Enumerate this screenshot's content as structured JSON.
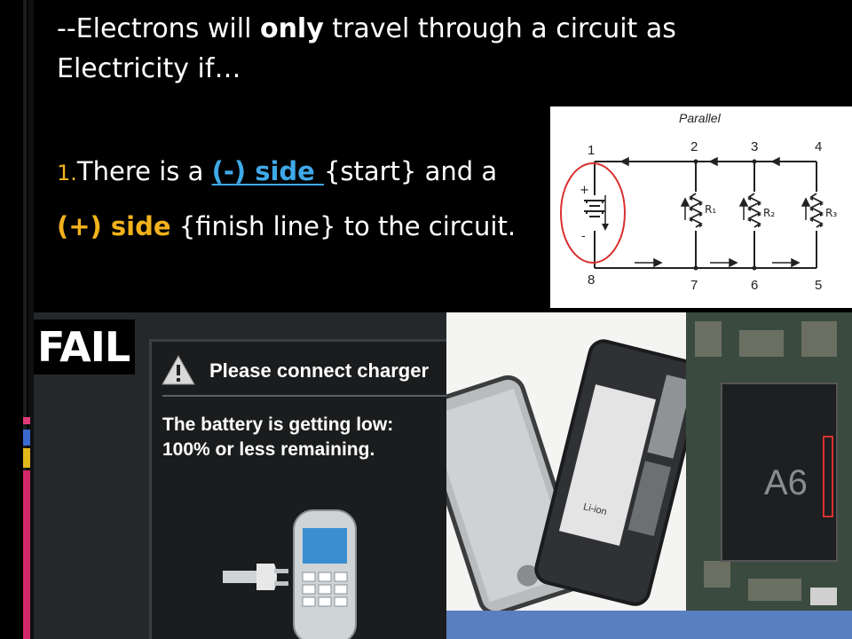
{
  "heading": {
    "part1": "--Electrons will ",
    "emph": "only",
    "part2": " travel through a circuit as Electricity if…"
  },
  "point1": {
    "number": "1.",
    "lead": "There is a ",
    "negative": "(-) side ",
    "mid": "{start} and a"
  },
  "point2": {
    "positive": "(+) side",
    "rest": " {finish line} to the circuit."
  },
  "circuit": {
    "title": "Parallel",
    "nodes": [
      "1",
      "2",
      "3",
      "4",
      "8",
      "7",
      "6",
      "5"
    ],
    "resistors": [
      "R₁",
      "R₂",
      "R₃"
    ],
    "plus": "+",
    "minus": "-"
  },
  "fail_image": {
    "stamp": "FAIL",
    "dialog_title": "Please connect charger",
    "message_line1": "The battery is getting low:",
    "message_line2": "100% or less remaining."
  },
  "phone_image": {
    "label": "Li-ion"
  },
  "chip_image": {
    "label": "A6"
  },
  "colors": {
    "negative": "#3fa9e8",
    "positive": "#f2b21b",
    "highlight_circle": "#d93030"
  }
}
